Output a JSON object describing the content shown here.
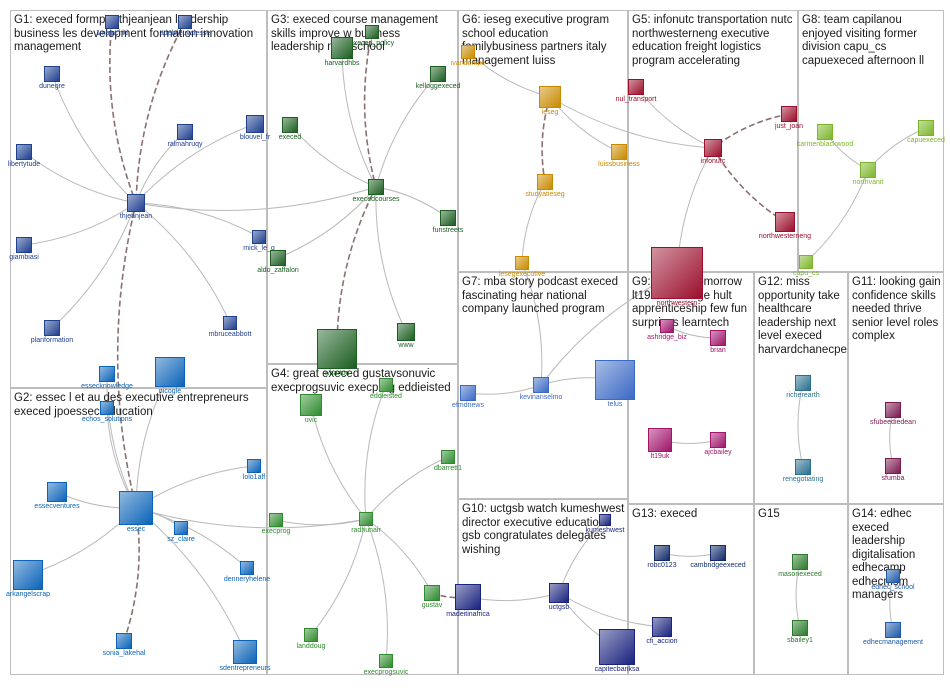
{
  "colors": {
    "G1": "#1f3f8f",
    "G2": "#0b63b8",
    "G3": "#1b5e20",
    "G4": "#2e8b2e",
    "G5": "#9b0e2c",
    "G6": "#c98a00",
    "G7": "#3b69c6",
    "G8": "#7bb62a",
    "G9": "#a0146a",
    "G10": "#1a237e",
    "G11": "#7a1a50",
    "G12": "#2a6f8f",
    "G13": "#102a6a",
    "G14": "#1e5aa8",
    "G15": "#2a7a2a",
    "edge": "#b9b9b9",
    "edge_strong": "#8c7070"
  },
  "groups": [
    {
      "id": "G1",
      "title": "G1: execed formpro thjeanjean leadership business les development formation innovation management"
    },
    {
      "id": "G2",
      "title": "G2: essec l et au des executive entrepreneurs execed jpoessec education"
    },
    {
      "id": "G3",
      "title": "G3: execed course management skills improve w business leadership new school"
    },
    {
      "id": "G4",
      "title": "G4: great execed gustavsonuvic execprogsuvic execprog eddieisted"
    },
    {
      "id": "G5",
      "title": "G5: infonutc transportation nutc northwesterneng executive education freight logistics program accelerating"
    },
    {
      "id": "G6",
      "title": "G6: ieseg executive program school education familybusiness partners italy management luiss"
    },
    {
      "id": "G7",
      "title": "G7: mba story podcast execed fascinating hear national company launched program"
    },
    {
      "id": "G8",
      "title": "G8: team capilanou enjoyed visiting former division capu_cs capuexeced afternoon ll"
    },
    {
      "id": "G9",
      "title": "G9: execed tomorrow lt19uk ashridge hult apprenticeship few fun surprises learntech"
    },
    {
      "id": "G10",
      "title": "G10: uctgsb watch kumeshwest director executive education gsb congratulates delegates wishing"
    },
    {
      "id": "G11",
      "title": "G11: looking gain confidence skills needed thrive senior level roles complex"
    },
    {
      "id": "G12",
      "title": "G12: miss opportunity take healthcare leadership next level execed harvardchanecpe"
    },
    {
      "id": "G13",
      "title": "G13: execed"
    },
    {
      "id": "G14",
      "title": "G14: edhec execed leadership digitalisation edhecamp edhecmsm managers"
    },
    {
      "id": "G15",
      "title": "G15"
    }
  ],
  "nodes": [
    {
      "id": "n1",
      "label": "1malachid",
      "group": "G1"
    },
    {
      "id": "n2",
      "label": "adeleleuvalesse",
      "group": "G1"
    },
    {
      "id": "n3",
      "label": "dunegre",
      "group": "G1"
    },
    {
      "id": "n4",
      "label": "ralmahruqy",
      "group": "G1"
    },
    {
      "id": "n5",
      "label": "blouvel_fr",
      "group": "G1"
    },
    {
      "id": "n6",
      "label": "libertytude",
      "group": "G1"
    },
    {
      "id": "n7",
      "label": "thjeanjean",
      "group": "G1"
    },
    {
      "id": "n8",
      "label": "giambiasi",
      "group": "G1"
    },
    {
      "id": "n9",
      "label": "mick_le_g",
      "group": "G1"
    },
    {
      "id": "n10",
      "label": "planformation",
      "group": "G1"
    },
    {
      "id": "n11",
      "label": "mbruceabbott",
      "group": "G1"
    },
    {
      "id": "n12",
      "label": "essecknowledge",
      "group": "G2"
    },
    {
      "id": "n13",
      "label": "echos_solutions",
      "group": "G2"
    },
    {
      "id": "n14",
      "label": "nicogle",
      "group": "G2"
    },
    {
      "id": "n15",
      "label": "lolo1aff",
      "group": "G2"
    },
    {
      "id": "n16",
      "label": "essecventures",
      "group": "G2"
    },
    {
      "id": "n17",
      "label": "essec",
      "group": "G2"
    },
    {
      "id": "n18",
      "label": "sz_claire",
      "group": "G2"
    },
    {
      "id": "n19",
      "label": "dennеryhelene",
      "group": "G2"
    },
    {
      "id": "n20",
      "label": "arkangelscrap",
      "group": "G2"
    },
    {
      "id": "n21",
      "label": "sonia_lakehal",
      "group": "G2"
    },
    {
      "id": "n22",
      "label": "sdentrepreneurs",
      "group": "G2"
    },
    {
      "id": "n23",
      "label": "execed_policy",
      "group": "G3"
    },
    {
      "id": "n24",
      "label": "harvardhbs",
      "group": "G3"
    },
    {
      "id": "n25",
      "label": "kelloggexeced",
      "group": "G3"
    },
    {
      "id": "n26",
      "label": "execed",
      "group": "G3"
    },
    {
      "id": "n27",
      "label": "execedcourses",
      "group": "G3"
    },
    {
      "id": "n28",
      "label": "funstreets",
      "group": "G3"
    },
    {
      "id": "n29",
      "label": "aldo_zaffalon",
      "group": "G3"
    },
    {
      "id": "n30",
      "label": "wharton",
      "group": "G3"
    },
    {
      "id": "n31",
      "label": "www",
      "group": "G3"
    },
    {
      "id": "n32",
      "label": "uvic",
      "group": "G4"
    },
    {
      "id": "n33",
      "label": "dbarrett1",
      "group": "G4"
    },
    {
      "id": "n34",
      "label": "execprog",
      "group": "G4"
    },
    {
      "id": "n35",
      "label": "radhunair",
      "group": "G4"
    },
    {
      "id": "n36",
      "label": "gustav",
      "group": "G4"
    },
    {
      "id": "n37",
      "label": "landdoug",
      "group": "G4"
    },
    {
      "id": "n38",
      "label": "execprogsuvic",
      "group": "G4"
    },
    {
      "id": "n39",
      "label": "eddieisted",
      "group": "G4"
    },
    {
      "id": "n40",
      "label": "ivandompe",
      "group": "G6"
    },
    {
      "id": "n41",
      "label": "ieseg",
      "group": "G6"
    },
    {
      "id": "n42",
      "label": "luissbusiness",
      "group": "G6"
    },
    {
      "id": "n43",
      "label": "studyatieseg",
      "group": "G6"
    },
    {
      "id": "n44",
      "label": "iesegexecutive",
      "group": "G6"
    },
    {
      "id": "n45",
      "label": "nul_transport",
      "group": "G5"
    },
    {
      "id": "n46",
      "label": "just_joan",
      "group": "G5"
    },
    {
      "id": "n47",
      "label": "infonutc",
      "group": "G5"
    },
    {
      "id": "n48",
      "label": "northwesterneng",
      "group": "G5"
    },
    {
      "id": "n49",
      "label": "northwestern",
      "group": "G5"
    },
    {
      "id": "n50",
      "label": "karmenblackwood",
      "group": "G8"
    },
    {
      "id": "n51",
      "label": "capuexeced",
      "group": "G8"
    },
    {
      "id": "n52",
      "label": "northvanit",
      "group": "G8"
    },
    {
      "id": "n53",
      "label": "capu_cs",
      "group": "G8"
    },
    {
      "id": "n54",
      "label": "efmdnews",
      "group": "G7"
    },
    {
      "id": "n55",
      "label": "kevinanselmo",
      "group": "G7"
    },
    {
      "id": "n56",
      "label": "telus",
      "group": "G7"
    },
    {
      "id": "n57",
      "label": "ashridge_biz",
      "group": "G9"
    },
    {
      "id": "n58",
      "label": "brian",
      "group": "G9"
    },
    {
      "id": "n59",
      "label": "lt19uk",
      "group": "G9"
    },
    {
      "id": "n60",
      "label": "ajcbailey",
      "group": "G9"
    },
    {
      "id": "n61",
      "label": "richerearth",
      "group": "G12"
    },
    {
      "id": "n62",
      "label": "renegotiating",
      "group": "G12"
    },
    {
      "id": "n63",
      "label": "sfubeediedean",
      "group": "G11"
    },
    {
      "id": "n64",
      "label": "sfumba",
      "group": "G11"
    },
    {
      "id": "n65",
      "label": "kumeshwest",
      "group": "G10"
    },
    {
      "id": "n66",
      "label": "madeitinafrica",
      "group": "G10"
    },
    {
      "id": "n67",
      "label": "uctgsb",
      "group": "G10"
    },
    {
      "id": "n68",
      "label": "cfi_accion",
      "group": "G10"
    },
    {
      "id": "n69",
      "label": "capitecbanksa",
      "group": "G10"
    },
    {
      "id": "n70",
      "label": "robc0123",
      "group": "G13"
    },
    {
      "id": "n71",
      "label": "cambridgeexeced",
      "group": "G13"
    },
    {
      "id": "n72",
      "label": "masonexeced",
      "group": "G15"
    },
    {
      "id": "n73",
      "label": "sbailey1",
      "group": "G15"
    },
    {
      "id": "n74",
      "label": "edhec_school",
      "group": "G14"
    },
    {
      "id": "n75",
      "label": "edhecmanagement",
      "group": "G14"
    }
  ],
  "edges": [
    [
      "n1",
      "n7",
      1
    ],
    [
      "n2",
      "n7",
      1
    ],
    [
      "n3",
      "n7",
      0
    ],
    [
      "n4",
      "n7",
      0
    ],
    [
      "n5",
      "n7",
      0
    ],
    [
      "n6",
      "n7",
      0
    ],
    [
      "n8",
      "n7",
      0
    ],
    [
      "n9",
      "n7",
      0
    ],
    [
      "n10",
      "n7",
      0
    ],
    [
      "n11",
      "n7",
      0
    ],
    [
      "n7",
      "n17",
      1
    ],
    [
      "n12",
      "n17",
      0
    ],
    [
      "n13",
      "n17",
      0
    ],
    [
      "n14",
      "n17",
      0
    ],
    [
      "n15",
      "n17",
      0
    ],
    [
      "n16",
      "n17",
      0
    ],
    [
      "n18",
      "n17",
      0
    ],
    [
      "n19",
      "n17",
      0
    ],
    [
      "n20",
      "n17",
      0
    ],
    [
      "n21",
      "n17",
      1
    ],
    [
      "n22",
      "n17",
      0
    ],
    [
      "n23",
      "n27",
      1
    ],
    [
      "n24",
      "n27",
      0
    ],
    [
      "n25",
      "n27",
      0
    ],
    [
      "n26",
      "n27",
      0
    ],
    [
      "n28",
      "n27",
      0
    ],
    [
      "n29",
      "n27",
      0
    ],
    [
      "n27",
      "n30",
      1
    ],
    [
      "n27",
      "n31",
      0
    ],
    [
      "n32",
      "n35",
      0
    ],
    [
      "n33",
      "n35",
      0
    ],
    [
      "n34",
      "n35",
      0
    ],
    [
      "n36",
      "n35",
      0
    ],
    [
      "n37",
      "n35",
      0
    ],
    [
      "n38",
      "n35",
      0
    ],
    [
      "n39",
      "n35",
      0
    ],
    [
      "n40",
      "n41",
      0
    ],
    [
      "n41",
      "n42",
      0
    ],
    [
      "n41",
      "n43",
      1
    ],
    [
      "n43",
      "n44",
      0
    ],
    [
      "n45",
      "n47",
      0
    ],
    [
      "n46",
      "n47",
      1
    ],
    [
      "n47",
      "n48",
      1
    ],
    [
      "n47",
      "n49",
      0
    ],
    [
      "n50",
      "n52",
      0
    ],
    [
      "n51",
      "n52",
      0
    ],
    [
      "n53",
      "n52",
      0
    ],
    [
      "n54",
      "n55",
      0
    ],
    [
      "n56",
      "n55",
      0
    ],
    [
      "n55",
      "n44",
      0
    ],
    [
      "n57",
      "n58",
      0
    ],
    [
      "n59",
      "n60",
      0
    ],
    [
      "n61",
      "n62",
      0
    ],
    [
      "n63",
      "n64",
      0
    ],
    [
      "n65",
      "n67",
      0
    ],
    [
      "n66",
      "n67",
      0
    ],
    [
      "n67",
      "n68",
      0
    ],
    [
      "n67",
      "n69",
      0
    ],
    [
      "n36",
      "n66",
      1
    ],
    [
      "n70",
      "n71",
      0
    ],
    [
      "n72",
      "n73",
      0
    ],
    [
      "n74",
      "n75",
      0
    ],
    [
      "n17",
      "n35",
      0
    ],
    [
      "n7",
      "n27",
      0
    ],
    [
      "n41",
      "n47",
      0
    ],
    [
      "n49",
      "n55",
      0
    ]
  ]
}
